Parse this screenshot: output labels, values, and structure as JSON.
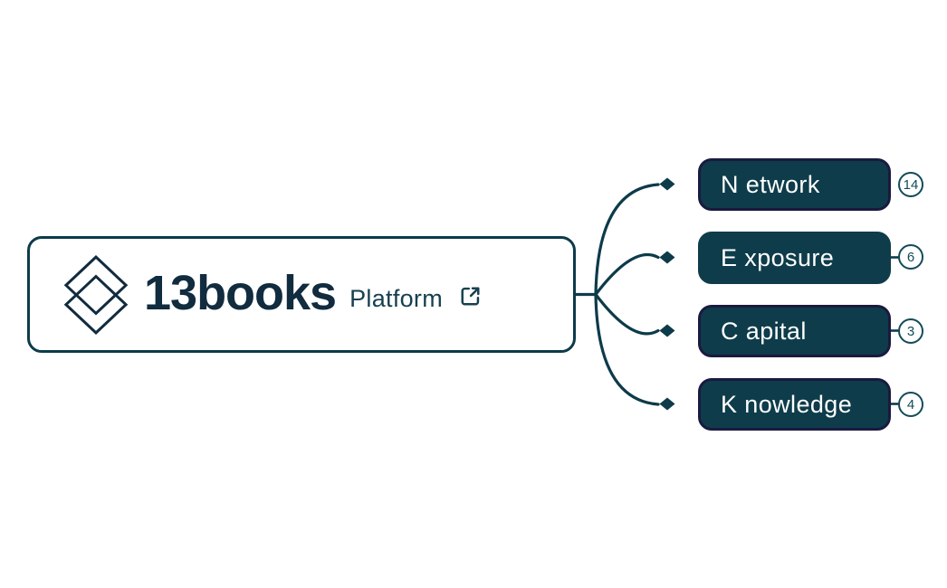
{
  "colors": {
    "ink": "#0d3b4a",
    "node_fill": "#0e3c4a",
    "selected_border": "#1a1a40",
    "node_text": "#ffffff",
    "wordmark": "#112b3f",
    "platform_text": "#174050",
    "badge": "#134b58",
    "background": "#ffffff"
  },
  "root_node": {
    "brand": "13books",
    "suffix": "Platform",
    "logo_icon": "double-diamond-logo",
    "link_icon": "external-link-icon"
  },
  "branches": [
    {
      "label": "N etwork",
      "count": "14",
      "selected": true
    },
    {
      "label": "E xposure",
      "count": "6",
      "selected": false
    },
    {
      "label": "C apital",
      "count": "3",
      "selected": true
    },
    {
      "label": "K nowledge",
      "count": "4",
      "selected": true
    }
  ]
}
